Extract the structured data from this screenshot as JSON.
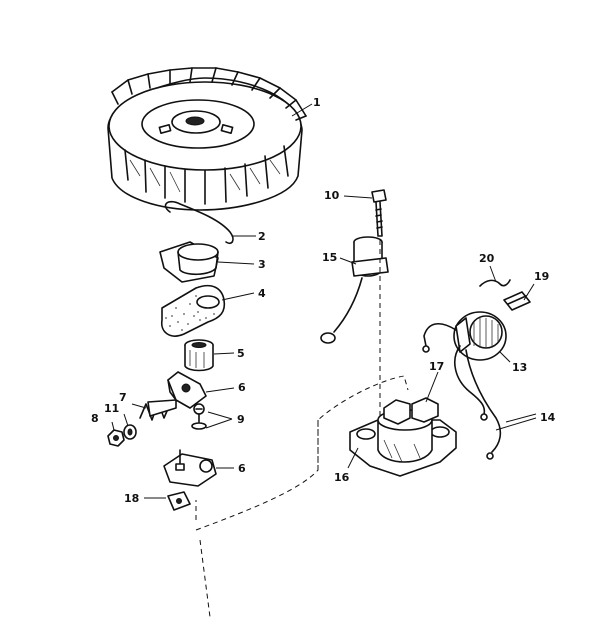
{
  "diagram": {
    "callouts": [
      {
        "id": "c1",
        "text": "1"
      },
      {
        "id": "c2",
        "text": "2"
      },
      {
        "id": "c3",
        "text": "3"
      },
      {
        "id": "c4",
        "text": "4"
      },
      {
        "id": "c5",
        "text": "5"
      },
      {
        "id": "c6a",
        "text": "6"
      },
      {
        "id": "c6b",
        "text": "6"
      },
      {
        "id": "c7",
        "text": "7"
      },
      {
        "id": "c8",
        "text": "8"
      },
      {
        "id": "c9",
        "text": "9"
      },
      {
        "id": "c10",
        "text": "10"
      },
      {
        "id": "c11",
        "text": "11"
      },
      {
        "id": "c13",
        "text": "13"
      },
      {
        "id": "c14",
        "text": "14"
      },
      {
        "id": "c15",
        "text": "15"
      },
      {
        "id": "c16",
        "text": "16"
      },
      {
        "id": "c17",
        "text": "17"
      },
      {
        "id": "c18",
        "text": "18"
      },
      {
        "id": "c19",
        "text": "19"
      },
      {
        "id": "c20",
        "text": "20"
      }
    ]
  }
}
